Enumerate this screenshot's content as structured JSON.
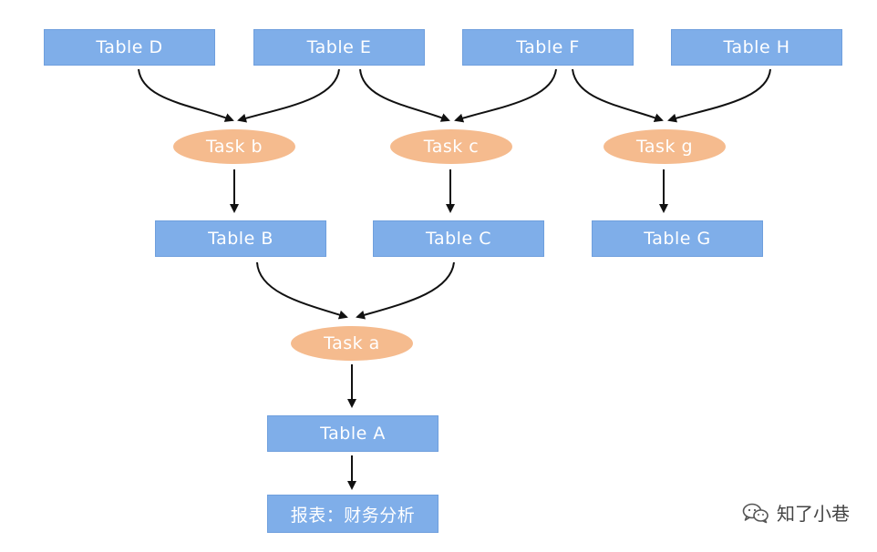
{
  "nodes": {
    "table_d": "Table D",
    "table_e": "Table E",
    "table_f": "Table F",
    "table_h": "Table H",
    "task_b": "Task b",
    "task_c": "Task c",
    "task_g": "Task g",
    "table_b": "Table B",
    "table_c": "Table C",
    "table_g": "Table G",
    "task_a": "Task a",
    "table_a": "Table A",
    "report": "报表：财务分析"
  },
  "edges": [
    {
      "from": "Table D",
      "to": "Task b"
    },
    {
      "from": "Table E",
      "to": "Task b"
    },
    {
      "from": "Table E",
      "to": "Task c"
    },
    {
      "from": "Table F",
      "to": "Task c"
    },
    {
      "from": "Table F",
      "to": "Task g"
    },
    {
      "from": "Table H",
      "to": "Task g"
    },
    {
      "from": "Task b",
      "to": "Table B"
    },
    {
      "from": "Task c",
      "to": "Table C"
    },
    {
      "from": "Task g",
      "to": "Table G"
    },
    {
      "from": "Table B",
      "to": "Task a"
    },
    {
      "from": "Table C",
      "to": "Task a"
    },
    {
      "from": "Task a",
      "to": "Table A"
    },
    {
      "from": "Table A",
      "to": "报表：财务分析"
    }
  ],
  "colors": {
    "table_fill": "#7faee9",
    "task_fill": "#f5bb8e",
    "label_text": "#ffffff",
    "edge": "#111111"
  },
  "watermark": {
    "icon": "wechat-icon",
    "text": "知了小巷"
  }
}
